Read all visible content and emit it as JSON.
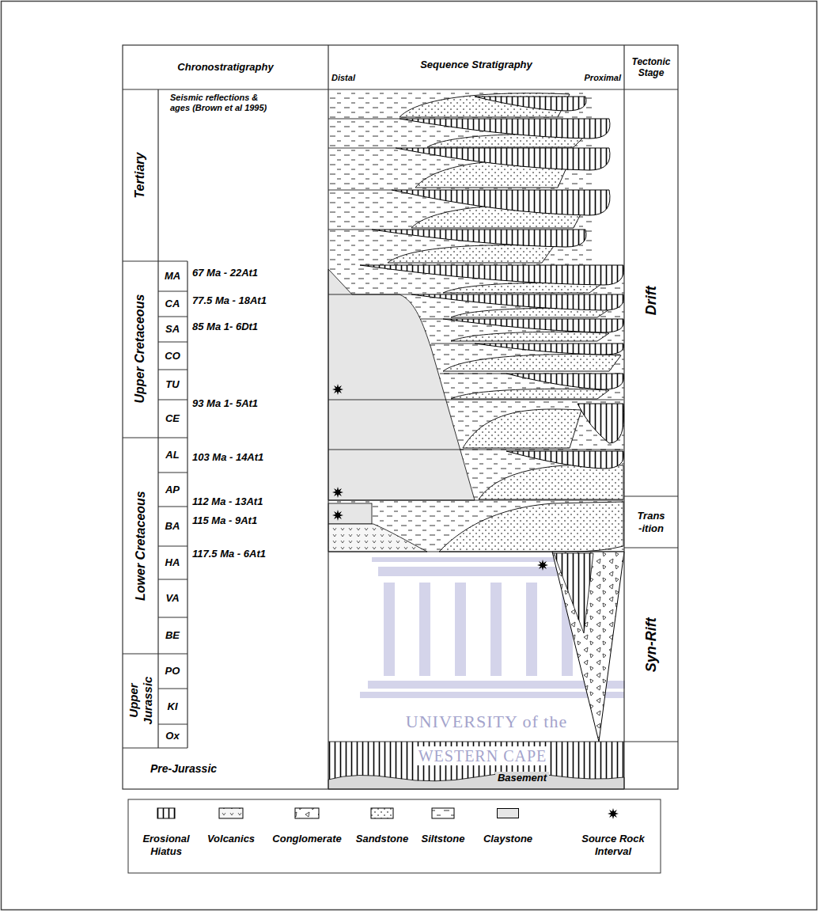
{
  "diagram": {
    "labels": [
      "Chronostratigraphy",
      "Sequence Stratigraphy",
      "Distal",
      "Proximal",
      "Tectonic Stage",
      "Seismic reflections & ages (Brown et al 1995)",
      "Tertiary",
      "Upper Cretaceous",
      "MA",
      "CA",
      "SA",
      "CO",
      "TU",
      "CE",
      "Lower Cretaceous",
      "AL",
      "AP",
      "BA",
      "HA",
      "VA",
      "BE",
      "Upper Jurassic",
      "PO",
      "KI",
      "Ox",
      "Pre-Jurassic",
      "67 Ma - 22At1",
      "77.5 Ma - 18At1",
      "85 Ma 1- 6Dt1",
      "93 Ma 1- 5At1",
      "103 Ma - 14At1",
      "112 Ma - 13At1",
      "115 Ma - 9At1",
      "117.5 Ma - 6At1",
      "Drift",
      "Trans -ition",
      "Syn-Rift",
      "Basement",
      "UNIVERSITY of the",
      "WESTERN CAPE"
    ],
    "legend": [
      {
        "text": "Erosional Hiatus"
      },
      {
        "text": "Volcanics"
      },
      {
        "text": "Conglomerate"
      },
      {
        "text": "Sandstone"
      },
      {
        "text": "Siltstone"
      },
      {
        "text": "Claystone",
        "color": "#e6e6e6"
      },
      {
        "text": "Source Rock Interval"
      }
    ]
  }
}
